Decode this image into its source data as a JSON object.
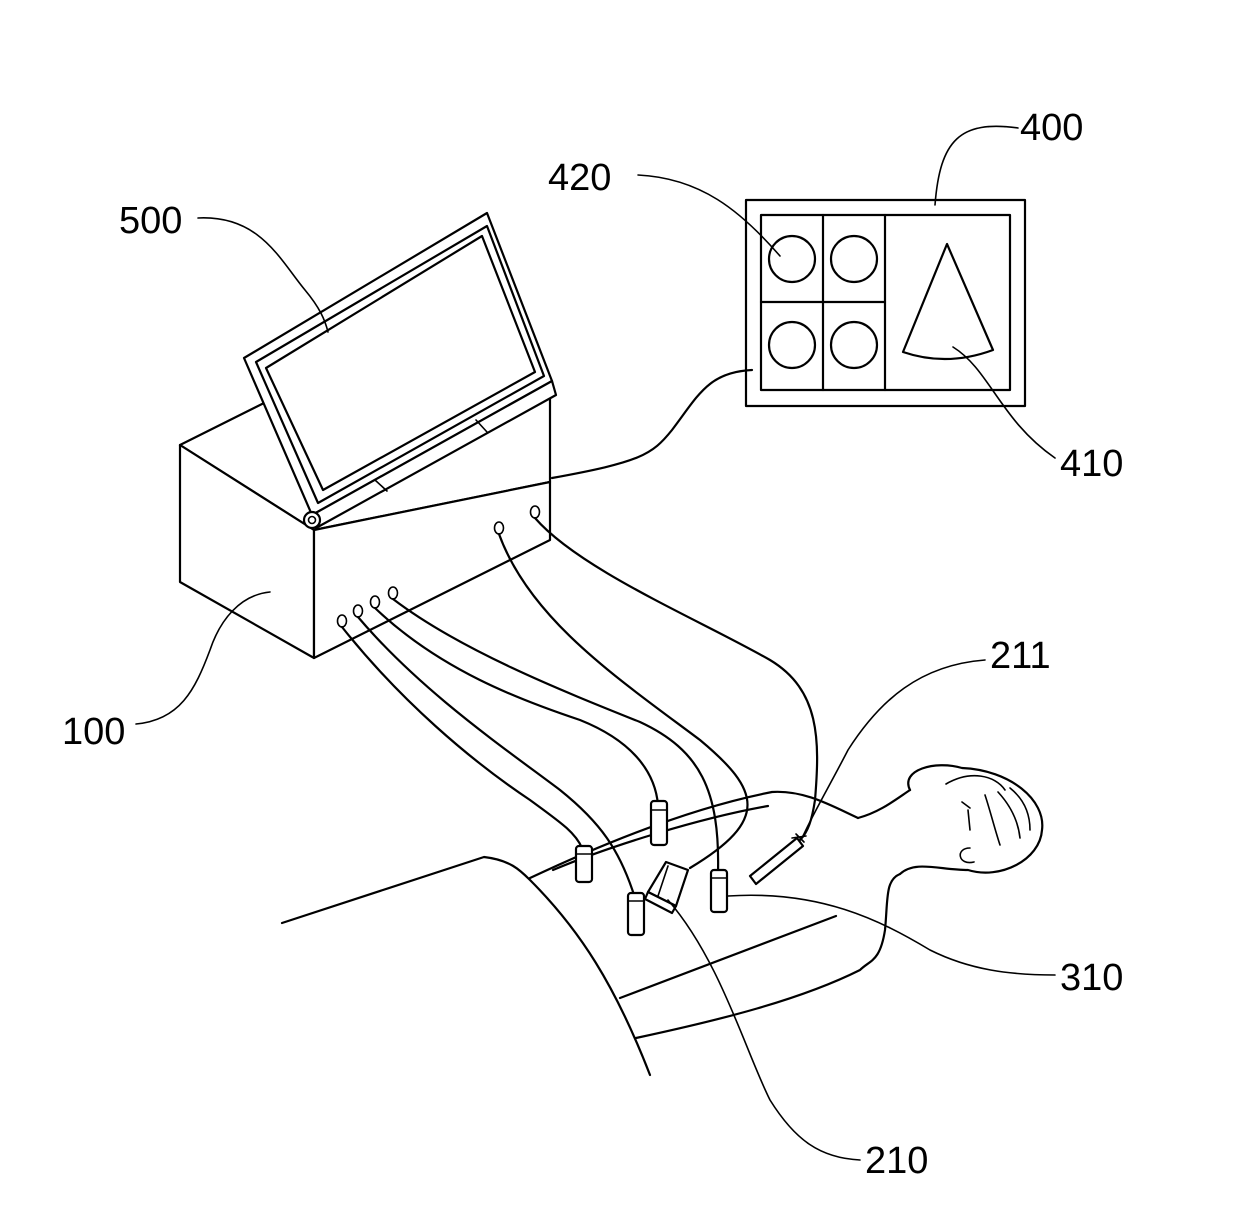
{
  "labels": {
    "console": "100",
    "ultrasound_probe": "210",
    "needle_electrode": "211",
    "ecg_electrode": "310",
    "external_display": "400",
    "ultrasound_image": "410",
    "ecg_views": "420",
    "console_screen": "500"
  }
}
